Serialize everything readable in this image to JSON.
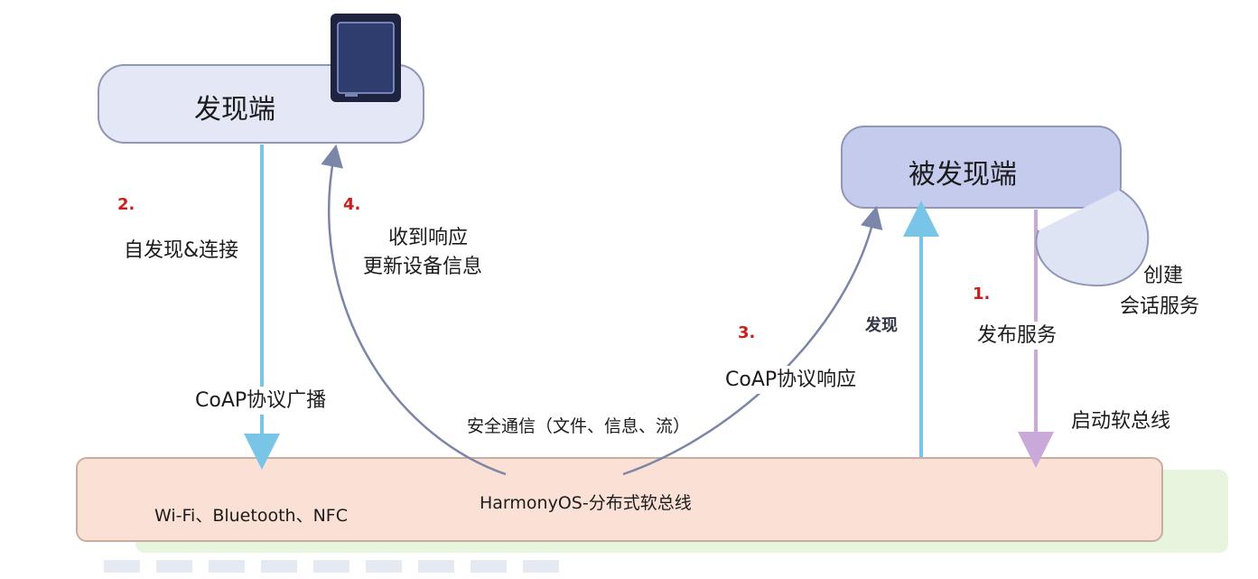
{
  "nodes": {
    "discoverer": "发现端",
    "discovered": "被发现端"
  },
  "steps": {
    "s1": {
      "num": "1.",
      "text": "发布服务"
    },
    "s2": {
      "num": "2.",
      "text": "自发现&连接"
    },
    "s3": {
      "num": "3.",
      "text": "CoAP协议响应"
    },
    "s4": {
      "num": "4.",
      "line1": "收到响应",
      "line2": "更新设备信息"
    }
  },
  "labels": {
    "coap_broadcast": "CoAP协议广播",
    "secure_comm": "安全通信（文件、信息、流）",
    "discover": "发现",
    "start_bus": "启动软总线",
    "create_line1": "创建",
    "create_line2": "会话服务"
  },
  "bus": {
    "title": "HarmonyOS-分布式软总线",
    "transports": "Wi-Fi、Bluetooth、NFC"
  },
  "colors": {
    "blue_arrow": "#79c5e8",
    "purple_arrow": "#c9a8da",
    "gray_arrow": "#7c86a8",
    "step_red": "#c8201b"
  },
  "icons": [
    "phone-icon",
    "cycle-arrow"
  ]
}
